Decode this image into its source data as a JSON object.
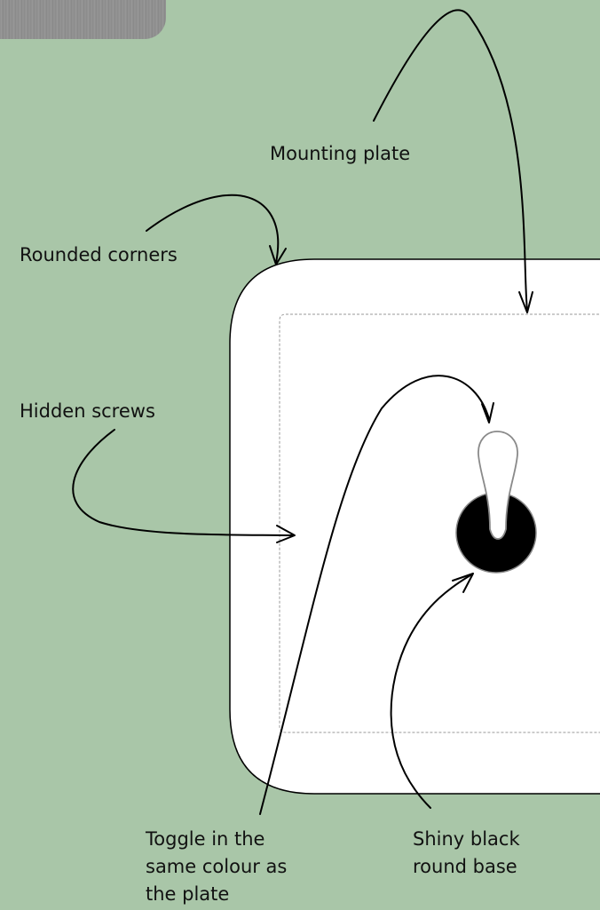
{
  "colors": {
    "background": "#a9c6a8",
    "plate": "#ffffff",
    "base": "#000000",
    "toggle": "#ffffff",
    "swatch": "#8e8e8e"
  },
  "icons": {
    "swatch": "texture-swatch",
    "plate": "wall-plate",
    "toggle": "toggle-lever",
    "base": "round-base"
  },
  "labels": {
    "mounting_plate": "Mounting plate",
    "rounded_corners": "Rounded corners",
    "hidden_screws": "Hidden screws",
    "toggle": [
      "Toggle in the",
      "same colour as",
      "the plate"
    ],
    "base": [
      "Shiny black",
      "round base"
    ]
  }
}
